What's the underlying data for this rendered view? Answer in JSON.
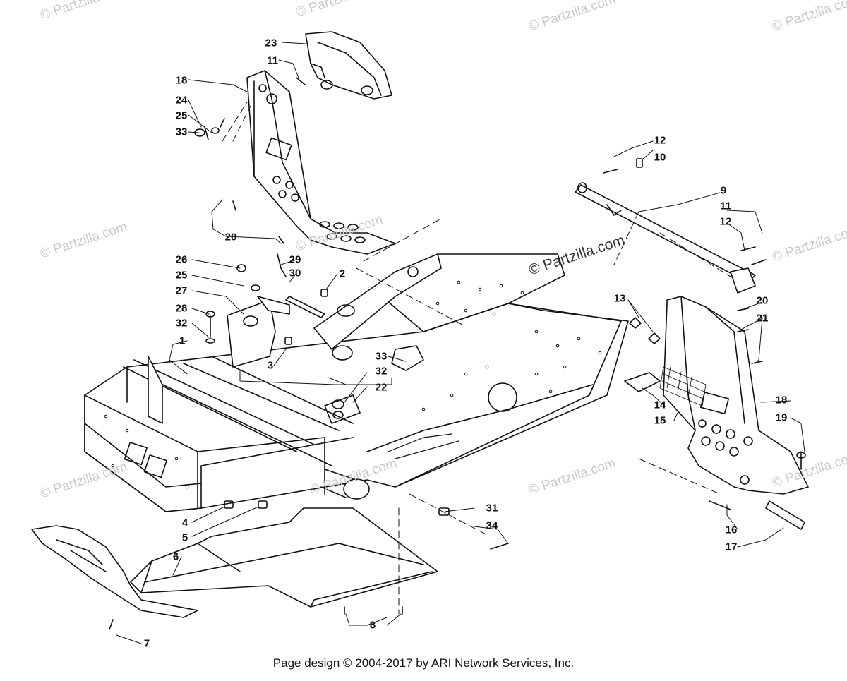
{
  "diagram": {
    "watermark_text": "© Partzilla.com",
    "part_labels": [
      "1",
      "2",
      "3",
      "4",
      "5",
      "6",
      "7",
      "8",
      "9",
      "10",
      "11",
      "11",
      "12",
      "12",
      "13",
      "14",
      "15",
      "16",
      "17",
      "18",
      "18",
      "19",
      "20",
      "20",
      "21",
      "22",
      "23",
      "24",
      "25",
      "25",
      "26",
      "27",
      "28",
      "29",
      "30",
      "31",
      "32",
      "32",
      "33",
      "33",
      "34"
    ]
  },
  "footer": {
    "copyright": "Page design © 2004-2017 by ARI Network Services, Inc."
  }
}
